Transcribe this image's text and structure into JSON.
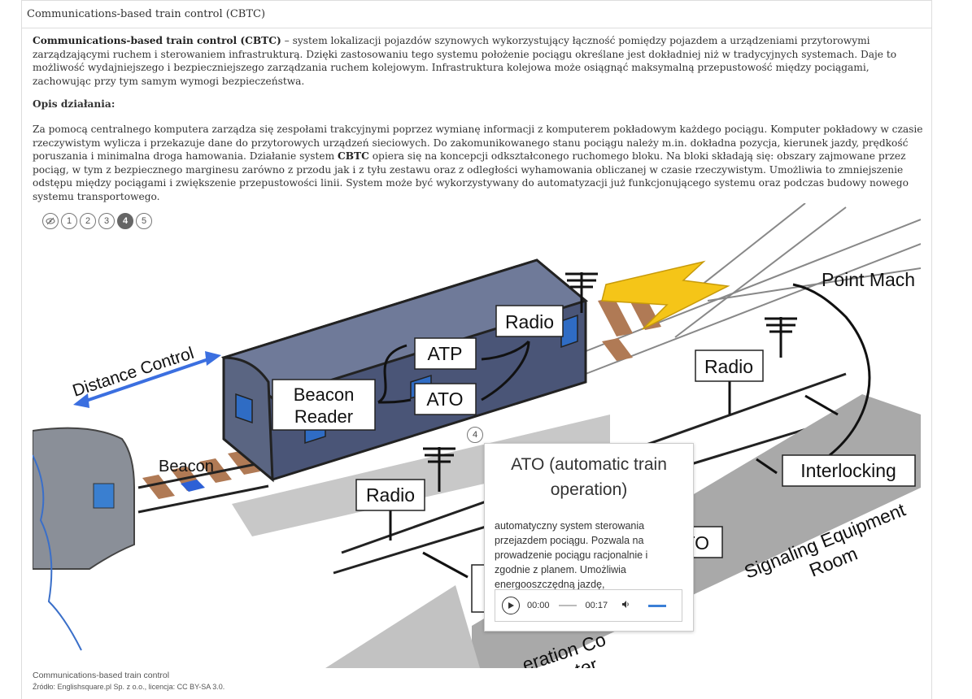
{
  "header": {
    "title": "Communications-based train control (CBTC)"
  },
  "intro": {
    "term": "Communications-based train control (CBTC)",
    "dash": " – ",
    "text": "system lokalizacji pojazdów szynowych wykorzystujący łączność pomiędzy pojazdem a urządzeniami przytorowymi zarządzającymi ruchem i sterowaniem infrastrukturą. Dzięki zastosowaniu tego systemu położenie pociągu określane jest dokładniej niż w tradycyjnych systemach. Daje to możliwość wydajniejszego i bezpieczniejszego zarządzania ruchem kolejowym. Infrastruktura kolejowa może osiągnąć maksymalną przepustowość między pociągami, zachowując przy tym samym wymogi bezpieczeństwa."
  },
  "section": {
    "heading": "Opis działania:"
  },
  "body": {
    "part1": "Za pomocą centralnego komputera zarządza się zespołami trakcyjnymi poprzez wymianę informacji z komputerem pokładowym każdego pociągu. Komputer pokładowy w czasie rzeczywistym wylicza i przekazuje dane do przytorowych urządzeń sieciowych. Do zakomunikowanego stanu pociągu należy m.in. dokładna pozycja, kierunek jazdy, prędkość poruszania i minimalna droga hamowania. Działanie system ",
    "bold": "CBTC",
    "part2": " opiera się na koncepcji odkształconego ruchomego bloku. Na bloki składają się: obszary zajmowane przez pociąg, w tym z bezpiecznego marginesu zarówno z przodu jak i z tyłu zestawu oraz z odległości wyhamowania obliczanej w czasie rzeczywistym. Umożliwia to zmniejszenie odstępu między pociągami i zwiększenie przepustowości linii. System może być wykorzystywany do automatyzacji już funkcjonującego systemu oraz podczas budowy nowego systemu transportowego."
  },
  "steps": {
    "items": [
      "1",
      "2",
      "3",
      "4",
      "5"
    ],
    "active": "4"
  },
  "diagram": {
    "labels": {
      "distance_control": "Distance Control",
      "beacon": "Beacon",
      "beacon_reader": [
        "Beacon",
        "Reader"
      ],
      "atp": "ATP",
      "ato": "ATO",
      "radio_train": "Radio",
      "radio_right": "Radio",
      "radio_left": "Radio",
      "point_machine": "Point Mach",
      "interlocking": "Interlocking",
      "signaling_room": [
        "Signaling Equipment",
        "Room"
      ],
      "ato_hidden": "TO",
      "operation_center": [
        "eration Co",
        "ter"
      ]
    },
    "marker": "4"
  },
  "popup": {
    "title": "ATO (automatic train operation)",
    "text": "automatyczny system sterowania przejazdem pociągu. Pozwala na prowadzenie pociągu racjonalnie i zgodnie z planem. Umożliwia energooszczędną jazdę, hamowanie itp.",
    "audio": {
      "current": "00:00",
      "duration": "00:17"
    }
  },
  "caption": {
    "title": "Communications-based train control",
    "source": "Źródło: Englishsquare.pl Sp. z o.o., licencja: CC BY-SA 3.0."
  },
  "colors": {
    "accent_blue": "#3b6fe0",
    "lightning": "#f5c518",
    "train_body": "#4a5577",
    "track_wood": "#b07a55"
  }
}
